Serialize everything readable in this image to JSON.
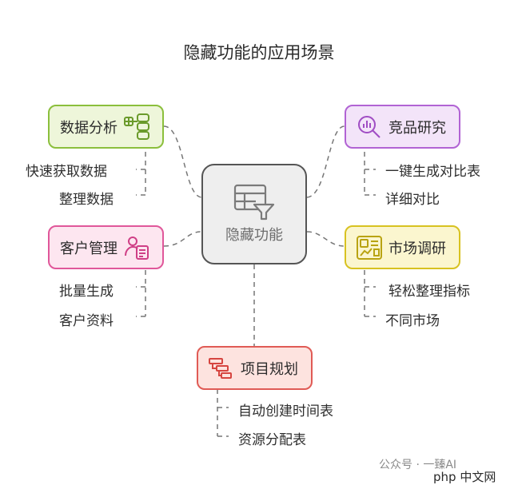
{
  "title": "隐藏功能的应用场景",
  "center": {
    "label": "隐藏功能",
    "icon": "table-filter-icon"
  },
  "branches": {
    "data_analysis": {
      "label": "数据分析",
      "icon": "database-list-icon",
      "color": "#8bbf3c",
      "fill": "#eef6da",
      "items": [
        "快速获取数据",
        "整理数据"
      ]
    },
    "competitor": {
      "label": "竞品研究",
      "icon": "search-chart-icon",
      "color": "#b163d4",
      "fill": "#f3e4f9",
      "items": [
        "一键生成对比表",
        "详细对比"
      ]
    },
    "customer": {
      "label": "客户管理",
      "icon": "user-card-icon",
      "color": "#e0579a",
      "fill": "#fde6f0",
      "items": [
        "批量生成",
        "客户资料"
      ]
    },
    "market": {
      "label": "市场调研",
      "icon": "dashboard-icon",
      "color": "#d8c221",
      "fill": "#fbf6cf",
      "items": [
        "轻松整理指标",
        "不同市场"
      ]
    },
    "project": {
      "label": "项目规划",
      "icon": "gantt-icon",
      "color": "#e05b55",
      "fill": "#fde3df",
      "items": [
        "自动创建时间表",
        "资源分配表"
      ]
    }
  },
  "watermark": {
    "text": "公众号 · 一臻AI",
    "site": "php 中文网"
  }
}
